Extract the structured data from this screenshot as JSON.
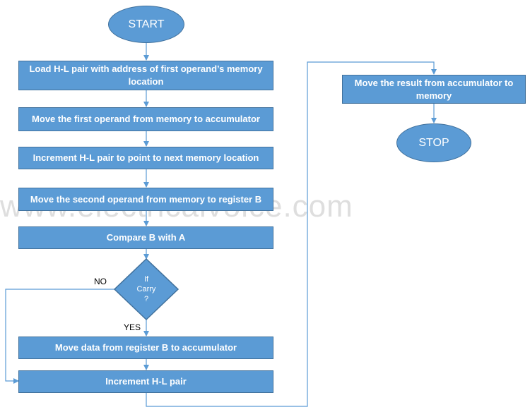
{
  "nodes": {
    "start": "START",
    "load_hl": "Load H-L pair with address of first operand’s memory location",
    "move_first": "Move the first operand from memory to accumulator",
    "increment_hl_next": "Increment H-L pair to point to next memory location",
    "move_second": "Move the second operand from memory to register B",
    "compare": "Compare B with A",
    "decision_line1": "If",
    "decision_line2": "Carry",
    "decision_line3": "?",
    "move_b_to_a": "Move data from register B to accumulator",
    "increment_hl": "Increment H-L pair",
    "move_result": "Move the result from accumulator to memory",
    "stop": "STOP"
  },
  "labels": {
    "no": "NO",
    "yes": "YES"
  },
  "watermark": "www.electricalvoice.com",
  "colors": {
    "fill": "#5b9bd5",
    "border": "#41719c",
    "connector": "#5b9bd5",
    "text": "#ffffff"
  }
}
